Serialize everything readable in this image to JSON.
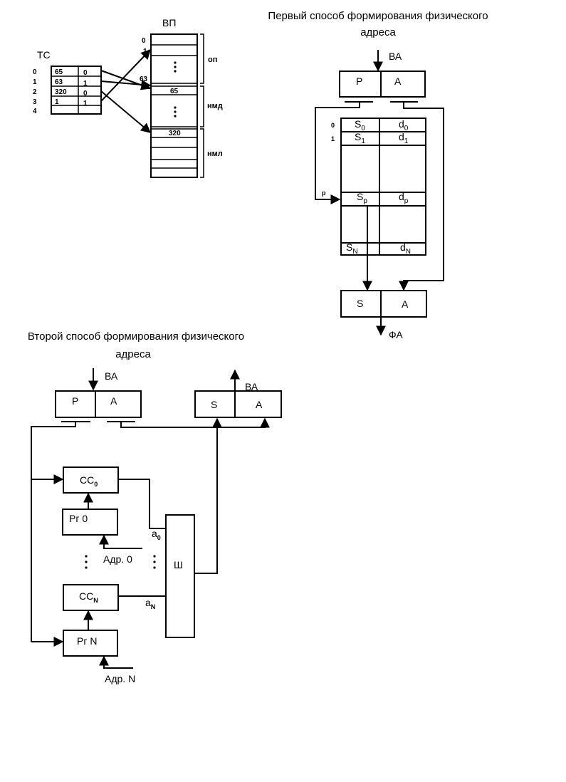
{
  "top_left": {
    "tc_label": "ТС",
    "vp_label": "ВП",
    "tc_rows": [
      {
        "index": "0",
        "addr": "65",
        "flag": "0"
      },
      {
        "index": "1",
        "addr": "63",
        "flag": "1"
      },
      {
        "index": "2",
        "addr": "320",
        "flag": "0"
      },
      {
        "index": "3",
        "addr": "1",
        "flag": "1"
      },
      {
        "index": "4",
        "addr": "",
        "flag": ""
      }
    ],
    "vp_marks": {
      "zero": "0",
      "one": "1",
      "sixty_three": "63",
      "cell_65": "65",
      "cell_320": "320"
    },
    "brackets": {
      "op": "оп",
      "nmd": "нмд",
      "nml": "нмл"
    }
  },
  "method1": {
    "title_line1": "Первый способ формирования физического",
    "title_line2": "адреса",
    "va": "ВА",
    "p": "Р",
    "a": "А",
    "p_arrow": "р",
    "rows": [
      {
        "index": "0",
        "s": "S",
        "s_sub": "0",
        "d": "d",
        "d_sub": "0"
      },
      {
        "index": "1",
        "s": "S",
        "s_sub": "1",
        "d": "d",
        "d_sub": "1"
      },
      {
        "index": "",
        "s": "S",
        "s_sub": "p",
        "d": "d",
        "d_sub": "p"
      },
      {
        "index": "",
        "s": "S",
        "s_sub": "N",
        "d": "d",
        "d_sub": "N"
      }
    ],
    "out_s": "S",
    "out_a": "А",
    "fa": "ФА"
  },
  "method2": {
    "title_line1": "Второй способ формирования физического",
    "title_line2": "адреса",
    "va_in": "ВА",
    "va_out": "ВА",
    "p": "Р",
    "a": "А",
    "s": "S",
    "a_out": "А",
    "cc0": "СС",
    "cc0_sub": "0",
    "rg0": "Рг 0",
    "addr0": "Адр. 0",
    "ccn": "СС",
    "ccn_sub": "N",
    "rgn": "Рг N",
    "addrn": "Адр. N",
    "a0": "а",
    "a0_sub": "0",
    "an": "а",
    "an_sub": "N",
    "bus": "Ш"
  }
}
